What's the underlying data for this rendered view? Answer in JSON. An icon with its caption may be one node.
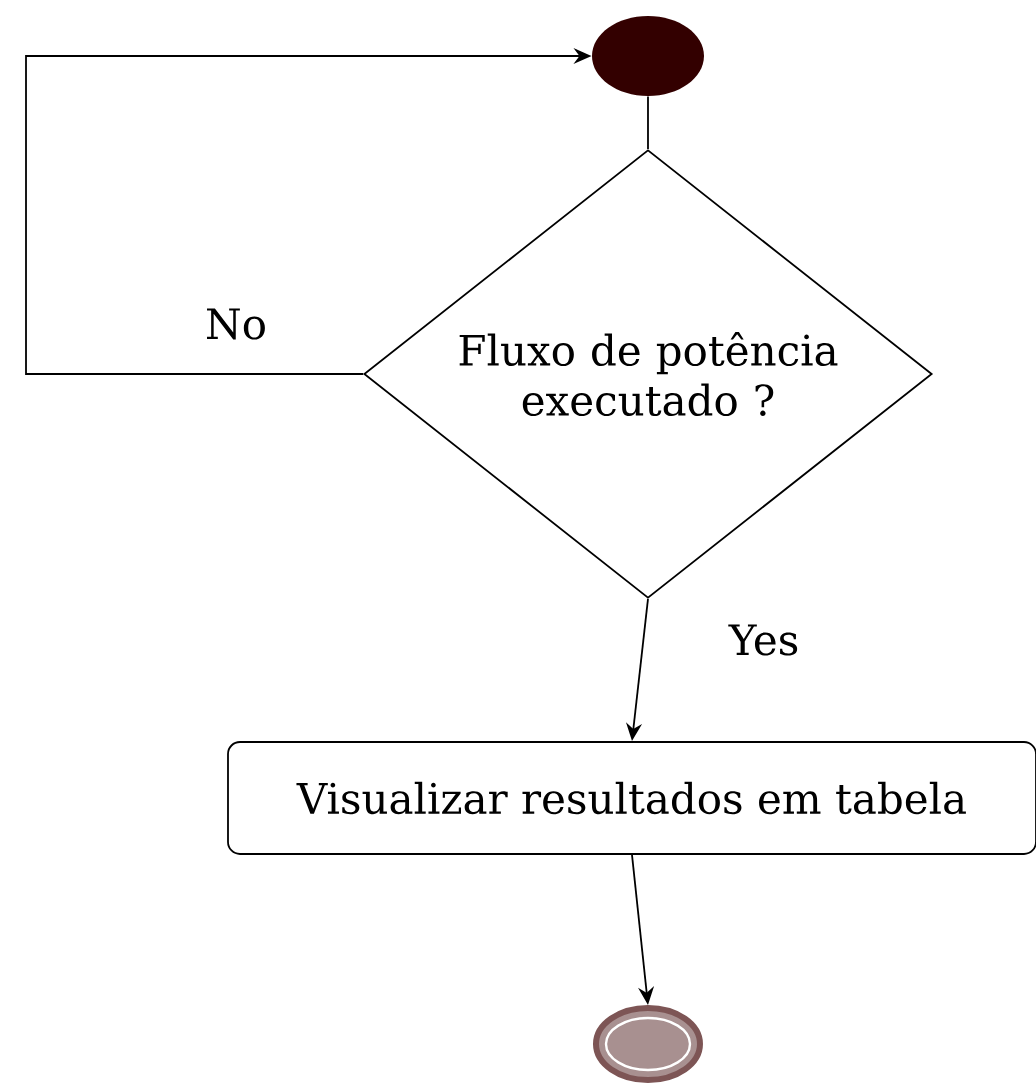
{
  "diagram": {
    "nodes": [
      {
        "text": [],
        "shape": "circle"
      },
      {
        "text": [
          "Fluxo de potência executado ?"
        ]
      },
      {
        "text": [
          "Visualizar resultados em tabela"
        ]
      },
      {
        "text": [],
        "shape": "circle"
      }
    ],
    "edges": [
      {
        "from": 0,
        "to": 1,
        "arrow": "none"
      },
      {
        "from": 1,
        "to": 0,
        "arrow": "to",
        "label": "No"
      },
      {
        "from": 1,
        "to": 2,
        "arrow": "to",
        "label": "Yes"
      },
      {
        "from": 2,
        "to": 3,
        "arrow": "to"
      }
    ]
  }
}
